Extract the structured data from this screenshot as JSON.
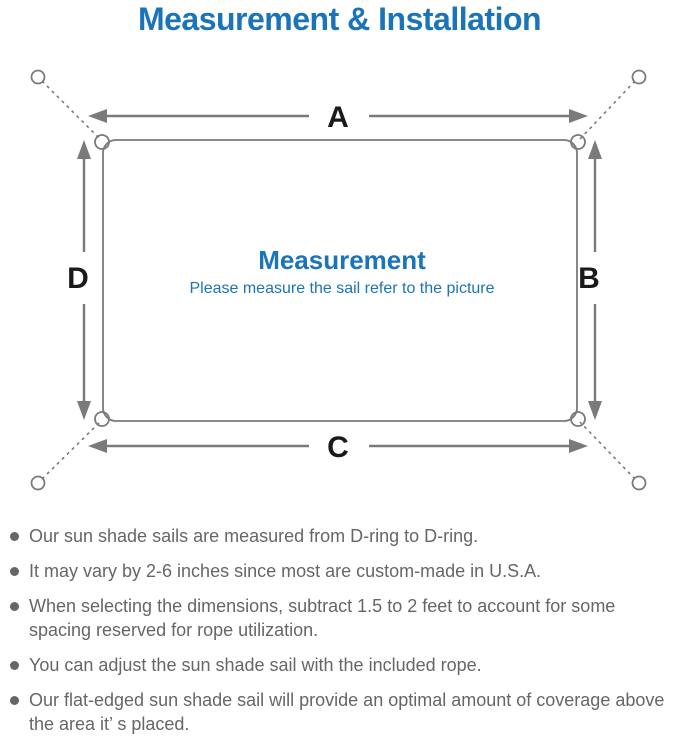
{
  "title": "Measurement & Installation",
  "diagram": {
    "dimension_labels": {
      "top": "A",
      "right": "B",
      "bottom": "C",
      "left": "D"
    },
    "center_title": "Measurement",
    "center_subtitle": "Please measure the sail refer to the picture"
  },
  "colors": {
    "accent_blue": "#1a74ba",
    "line_gray": "#7a7a7a",
    "label_black": "#1a1a1a",
    "text_gray": "#666666"
  },
  "notes": [
    "Our sun shade sails are measured from D-ring to D-ring.",
    "It may vary by 2-6 inches since most are custom-made in U.S.A.",
    "When selecting the dimensions, subtract 1.5 to 2 feet to account for some spacing reserved for rope utilization.",
    "You can adjust the sun shade sail with the included rope.",
    "Our flat-edged sun shade sail will provide an optimal amount of coverage above the area it’ s placed."
  ]
}
